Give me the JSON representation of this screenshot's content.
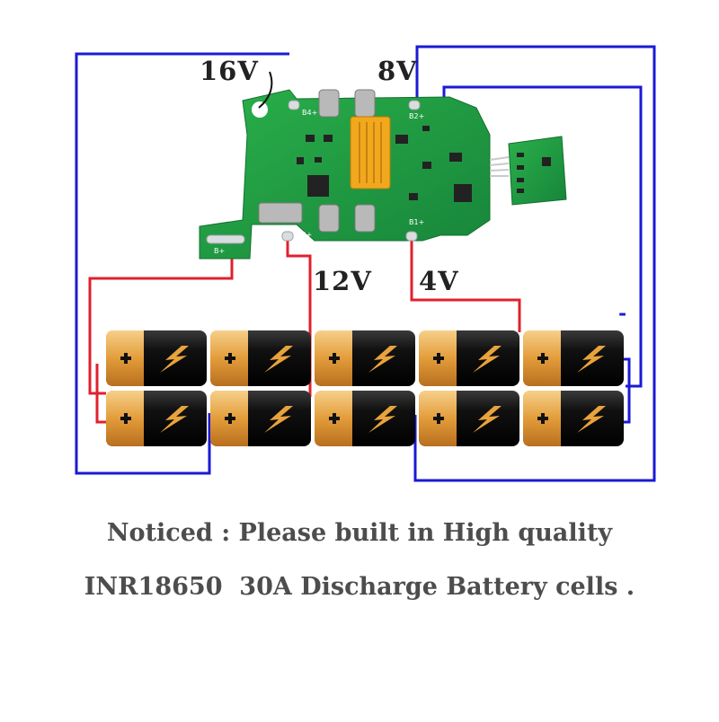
{
  "labels": {
    "v16": "16V",
    "v8": "8V",
    "v12": "12V",
    "v4": "4V",
    "minus": "-"
  },
  "pads": {
    "b4": "B4+",
    "b3": "B3+",
    "b2": "B2+",
    "b1": "B1+",
    "bplus": "B+"
  },
  "notice": {
    "line1": "Noticed : Please built in High quality",
    "line2": "INR18650  30A Discharge Battery cells ."
  },
  "colors": {
    "wire_blue": "#1a1ad6",
    "wire_red": "#e0202e",
    "pcb_green": "#1f9a3c",
    "cell_gold": "#e7a84a",
    "cell_black": "#151515",
    "bolt_gold": "#e8a33c"
  },
  "battery_pack": {
    "rows": 2,
    "columns": 5,
    "cell_icon": "battery-cell-icon",
    "bolt_icon": "lightning-bolt-icon"
  }
}
